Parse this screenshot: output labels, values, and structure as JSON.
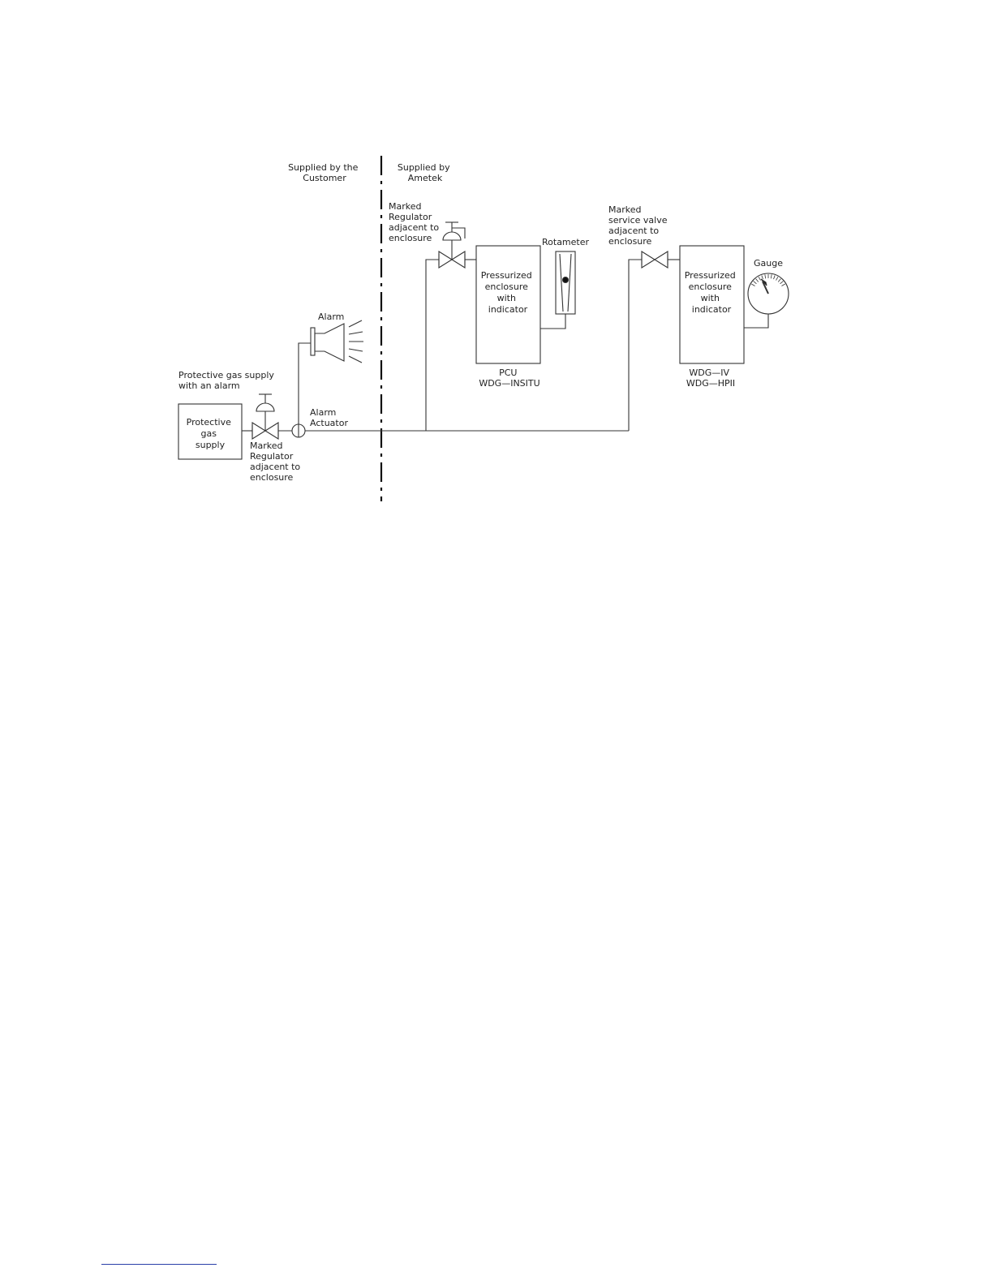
{
  "labels": {
    "supplied_customer": [
      "Supplied by the",
      "Customer"
    ],
    "supplied_ametek": [
      "Supplied by",
      "Ametek"
    ],
    "regulator_top": [
      "Marked",
      "Regulator",
      "adjacent to",
      "enclosure"
    ],
    "rotameter": "Rotameter",
    "service_valve": [
      "Marked",
      "service valve",
      "adjacent to",
      "enclosure"
    ],
    "gauge": "Gauge",
    "enclosure1": [
      "Pressurized",
      "enclosure",
      "with",
      "indicator"
    ],
    "enclosure2": [
      "Pressurized",
      "enclosure",
      "with",
      "indicator"
    ],
    "model1": [
      "PCU",
      "WDG—INSITU"
    ],
    "model2": [
      "WDG—IV",
      "WDG—HPII"
    ],
    "alarm": "Alarm",
    "protective_gas_supply_alarm": [
      "Protective gas supply",
      "with an alarm"
    ],
    "protective_gas_box": [
      "Protective",
      "gas",
      "supply"
    ],
    "alarm_actuator": [
      "Alarm",
      "Actuator"
    ],
    "regulator_bottom": [
      "Marked",
      "Regulator",
      "adjacent to",
      "enclosure"
    ]
  },
  "colors": {
    "line": "#333333",
    "footnote_rule": "#2a3fa8"
  }
}
